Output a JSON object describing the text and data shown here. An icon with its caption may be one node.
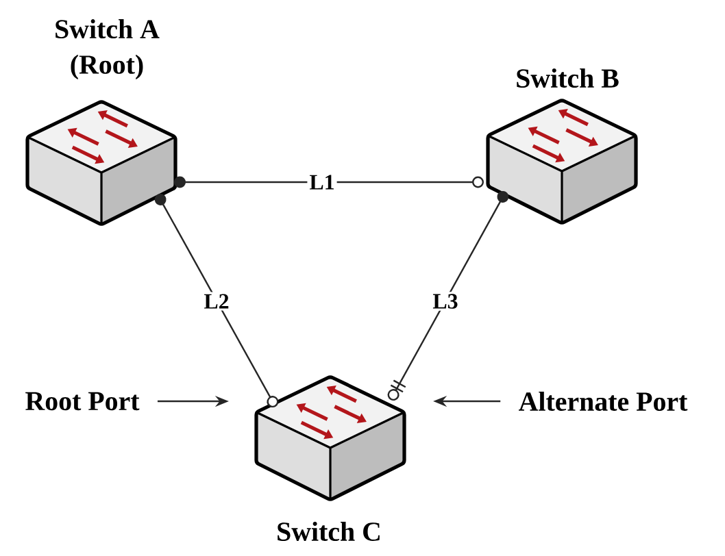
{
  "diagram": {
    "nodes": [
      {
        "text": [
          "Switch A (Root)"
        ]
      },
      {
        "text": [
          "Switch B"
        ]
      },
      {
        "text": [
          "Switch C"
        ]
      },
      {
        "text": [
          "Root Port"
        ]
      },
      {
        "text": [
          "Alternate Port"
        ]
      }
    ],
    "edges": [
      {
        "from": 0,
        "to": 1,
        "arrow": "other",
        "label": "L1"
      },
      {
        "from": 0,
        "to": 2,
        "arrow": "other",
        "label": "L2"
      },
      {
        "from": 1,
        "to": 2,
        "arrow": "other",
        "label": "L3"
      },
      {
        "from": 3,
        "to": null,
        "arrow": "to"
      },
      {
        "from": 4,
        "to": null,
        "arrow": "to"
      }
    ]
  }
}
